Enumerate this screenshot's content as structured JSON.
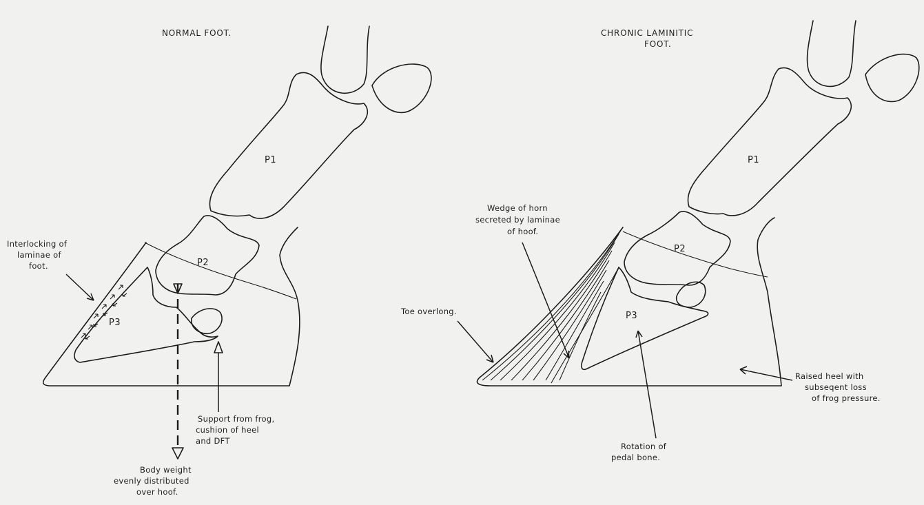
{
  "normal": {
    "title": "NORMAL FOOT.",
    "p1": "P1",
    "p2": "P2",
    "p3": "P3",
    "laminae_label": [
      "Interlocking of",
      "laminae of",
      "foot."
    ],
    "support_label": [
      "Support from frog,",
      "cushion of heel",
      "and DFT"
    ],
    "weight_label": [
      "Body weight",
      "evenly distributed",
      "over hoof."
    ]
  },
  "laminitic": {
    "title": [
      "CHRONIC LAMINITIC",
      "FOOT."
    ],
    "p1": "P1",
    "p2": "P2",
    "p3": "P3",
    "wedge_label": [
      "Wedge of horn",
      "secreted by laminae",
      "of hoof."
    ],
    "toe_label": "Toe overlong.",
    "rotation_label": [
      "Rotation of",
      "pedal bone."
    ],
    "heel_label": [
      "Raised heel with",
      "subseqent loss",
      "of frog pressure."
    ]
  }
}
